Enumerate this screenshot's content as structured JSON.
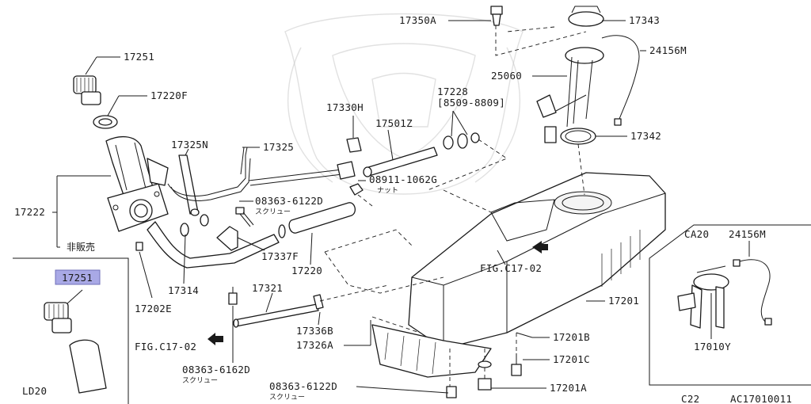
{
  "labels": {
    "p17251": "17251",
    "p17220F": "17220F",
    "p17222": "17222",
    "p_hanbai": "非販売",
    "p17202E": "17202E",
    "p17314": "17314",
    "p17325N": "17325N",
    "p17325": "17325",
    "p08363_6122D_a": "08363-6122D",
    "p_screw_a": "スクリュー",
    "p17330H": "17330H",
    "p17501Z": "17501Z",
    "p17228": "17228",
    "p17228_range": "[8509-8809]",
    "p08911_1062G": "08911-1062G",
    "p_nut": "ナット",
    "p17337F": "17337F",
    "p17220": "17220",
    "p17350A": "17350A",
    "p17343": "17343",
    "p24156M": "24156M",
    "p25060": "25060",
    "p17342": "17342",
    "p_fig_c17_02_a": "FIG.C17-02",
    "p17201": "17201",
    "p17321": "17321",
    "p17336B": "17336B",
    "p17326A": "17326A",
    "p_fig_c17_02_b": "FIG.C17-02",
    "p08363_6162D": "08363-6162D",
    "p_screw_b": "スクリュー",
    "p08363_6122D_b": "08363-6122D",
    "p_screw_c": "スクリュー",
    "p17201B": "17201B",
    "p17201C": "17201C",
    "p17201A": "17201A"
  },
  "inset_ld20": {
    "part": "17251",
    "variant": "LD20",
    "highlight_color": "#a9a9e6"
  },
  "inset_ca20": {
    "variant": "CA20",
    "p24156M": "24156M",
    "p17010Y": "17010Y"
  },
  "footer": {
    "model": "C22",
    "figure_code": "AC17010011"
  }
}
